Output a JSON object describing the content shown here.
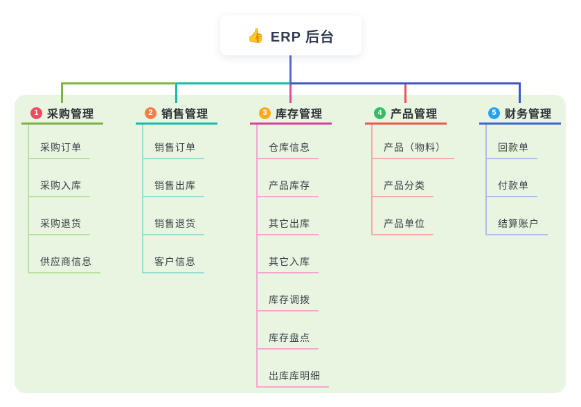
{
  "root": {
    "emoji": "👍",
    "title": "ERP 后台"
  },
  "branches": [
    {
      "index": "1",
      "label": "采购管理",
      "badge_color": "#f2495f",
      "line_color": "#7cb342",
      "child_line_color": "#b9e0a0",
      "connector_color": "#7cb342",
      "children": [
        "采购订单",
        "采购入库",
        "采购退货",
        "供应商信息"
      ]
    },
    {
      "index": "2",
      "label": "销售管理",
      "badge_color": "#fa7c48",
      "line_color": "#12bcad",
      "child_line_color": "#96ded4",
      "connector_color": "#12bcad",
      "children": [
        "销售订单",
        "销售出库",
        "销售退货",
        "客户信息"
      ]
    },
    {
      "index": "3",
      "label": "库存管理",
      "badge_color": "#fbab1f",
      "line_color": "#e23aa4",
      "child_line_color": "#f3a6d2",
      "connector_color": "#e8459f",
      "children": [
        "仓库信息",
        "产品库存",
        "其它出库",
        "其它入库",
        "库存调拨",
        "库存盘点",
        "出库库明细"
      ]
    },
    {
      "index": "4",
      "label": "产品管理",
      "badge_color": "#2dbf62",
      "line_color": "#f25549",
      "child_line_color": "#f7aba6",
      "connector_color": "#f05060",
      "children": [
        "产品（物料）",
        "产品分类",
        "产品单位"
      ]
    },
    {
      "index": "5",
      "label": "财务管理",
      "badge_color": "#2ba2ee",
      "line_color": "#3e62da",
      "child_line_color": "#aebde9",
      "connector_color": "#3c55c8",
      "children": [
        "回款单",
        "付款单",
        "结算账户"
      ]
    }
  ],
  "colors": {
    "canvas_bg": "#ffffff",
    "panel_bg": "#e8f5e0",
    "root_connector": "#5767d8",
    "header_text": "#2b2f33",
    "child_text": "#3a3f45"
  }
}
